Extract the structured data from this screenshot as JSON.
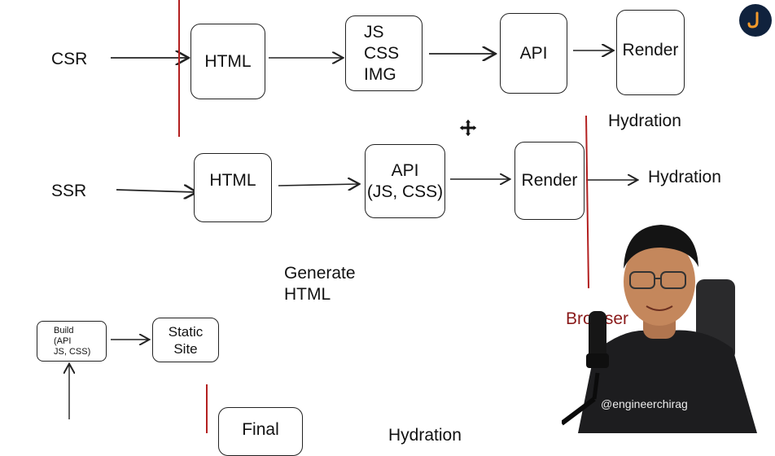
{
  "csr": {
    "label": "CSR",
    "html": "HTML",
    "assets": "JS\nCSS\nIMG",
    "api": "API",
    "render": "Render",
    "hydration": "Hydration"
  },
  "ssr": {
    "label": "SSR",
    "html": "HTML",
    "api": "API\n(JS, CSS)",
    "render": "Render",
    "hydration": "Hydration"
  },
  "ssg": {
    "generate": "Generate\nHTML",
    "build": "Build\n(API\nJS, CSS)",
    "static_site": "Static\nSite",
    "browser": "Browser",
    "final": "Final",
    "hydration_partial": "Hydration"
  },
  "webcam": {
    "shirt_text": "@engineerchirag"
  },
  "colors": {
    "divider": "#b32020",
    "stroke": "#222222",
    "logo_bg": "#10223d",
    "logo_fg": "#f39a2b",
    "shirt": "#1d1d1f"
  },
  "icons": [
    "move-cursor-icon",
    "channel-logo-icon",
    "microphone"
  ]
}
